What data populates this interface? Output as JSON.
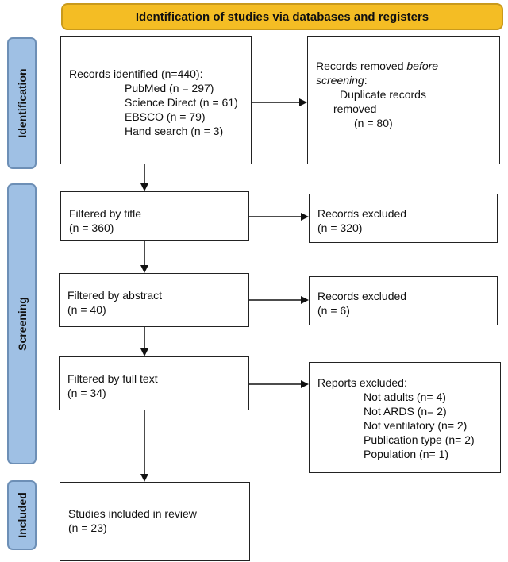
{
  "banner": "Identification of studies via databases and registers",
  "phases": {
    "identification": "Identification",
    "screening": "Screening",
    "included": "Included"
  },
  "identification": {
    "records_title": "Records identified (n=440):",
    "sources": [
      "PubMed (n = 297)",
      "Science Direct (n = 61)",
      "EBSCO (n = 79)",
      "Hand search (n = 3)"
    ],
    "removed_line1_prefix": "Records removed ",
    "removed_line1_em": "before",
    "removed_line2_em": "screening",
    "removed_line2_rest": ":",
    "removed_line3": "Duplicate records",
    "removed_line4": "removed",
    "removed_line5": "(n = 80)"
  },
  "screening": {
    "title_box": {
      "label": "Filtered by title",
      "count": "(n = 360)"
    },
    "title_excluded": {
      "label": "Records excluded",
      "count": "(n = 320)"
    },
    "abstract_box": {
      "label": "Filtered by abstract",
      "count": "(n = 40)"
    },
    "abstract_excluded": {
      "label": "Records excluded",
      "count": "(n = 6)"
    },
    "fulltext_box": {
      "label": "Filtered by full text",
      "count": "(n = 34)"
    },
    "reports_excluded": {
      "label": "Reports excluded:",
      "reasons": [
        "Not adults (n= 4)",
        "Not ARDS (n= 2)",
        "Not ventilatory (n= 2)",
        "Publication type (n= 2)",
        "Population (n= 1)"
      ]
    }
  },
  "included": {
    "label": "Studies included in review",
    "count": "(n = 23)"
  },
  "colors": {
    "banner_fill": "#f4bd24",
    "phase_fill": "#9fc0e4",
    "box_border": "#222222"
  }
}
